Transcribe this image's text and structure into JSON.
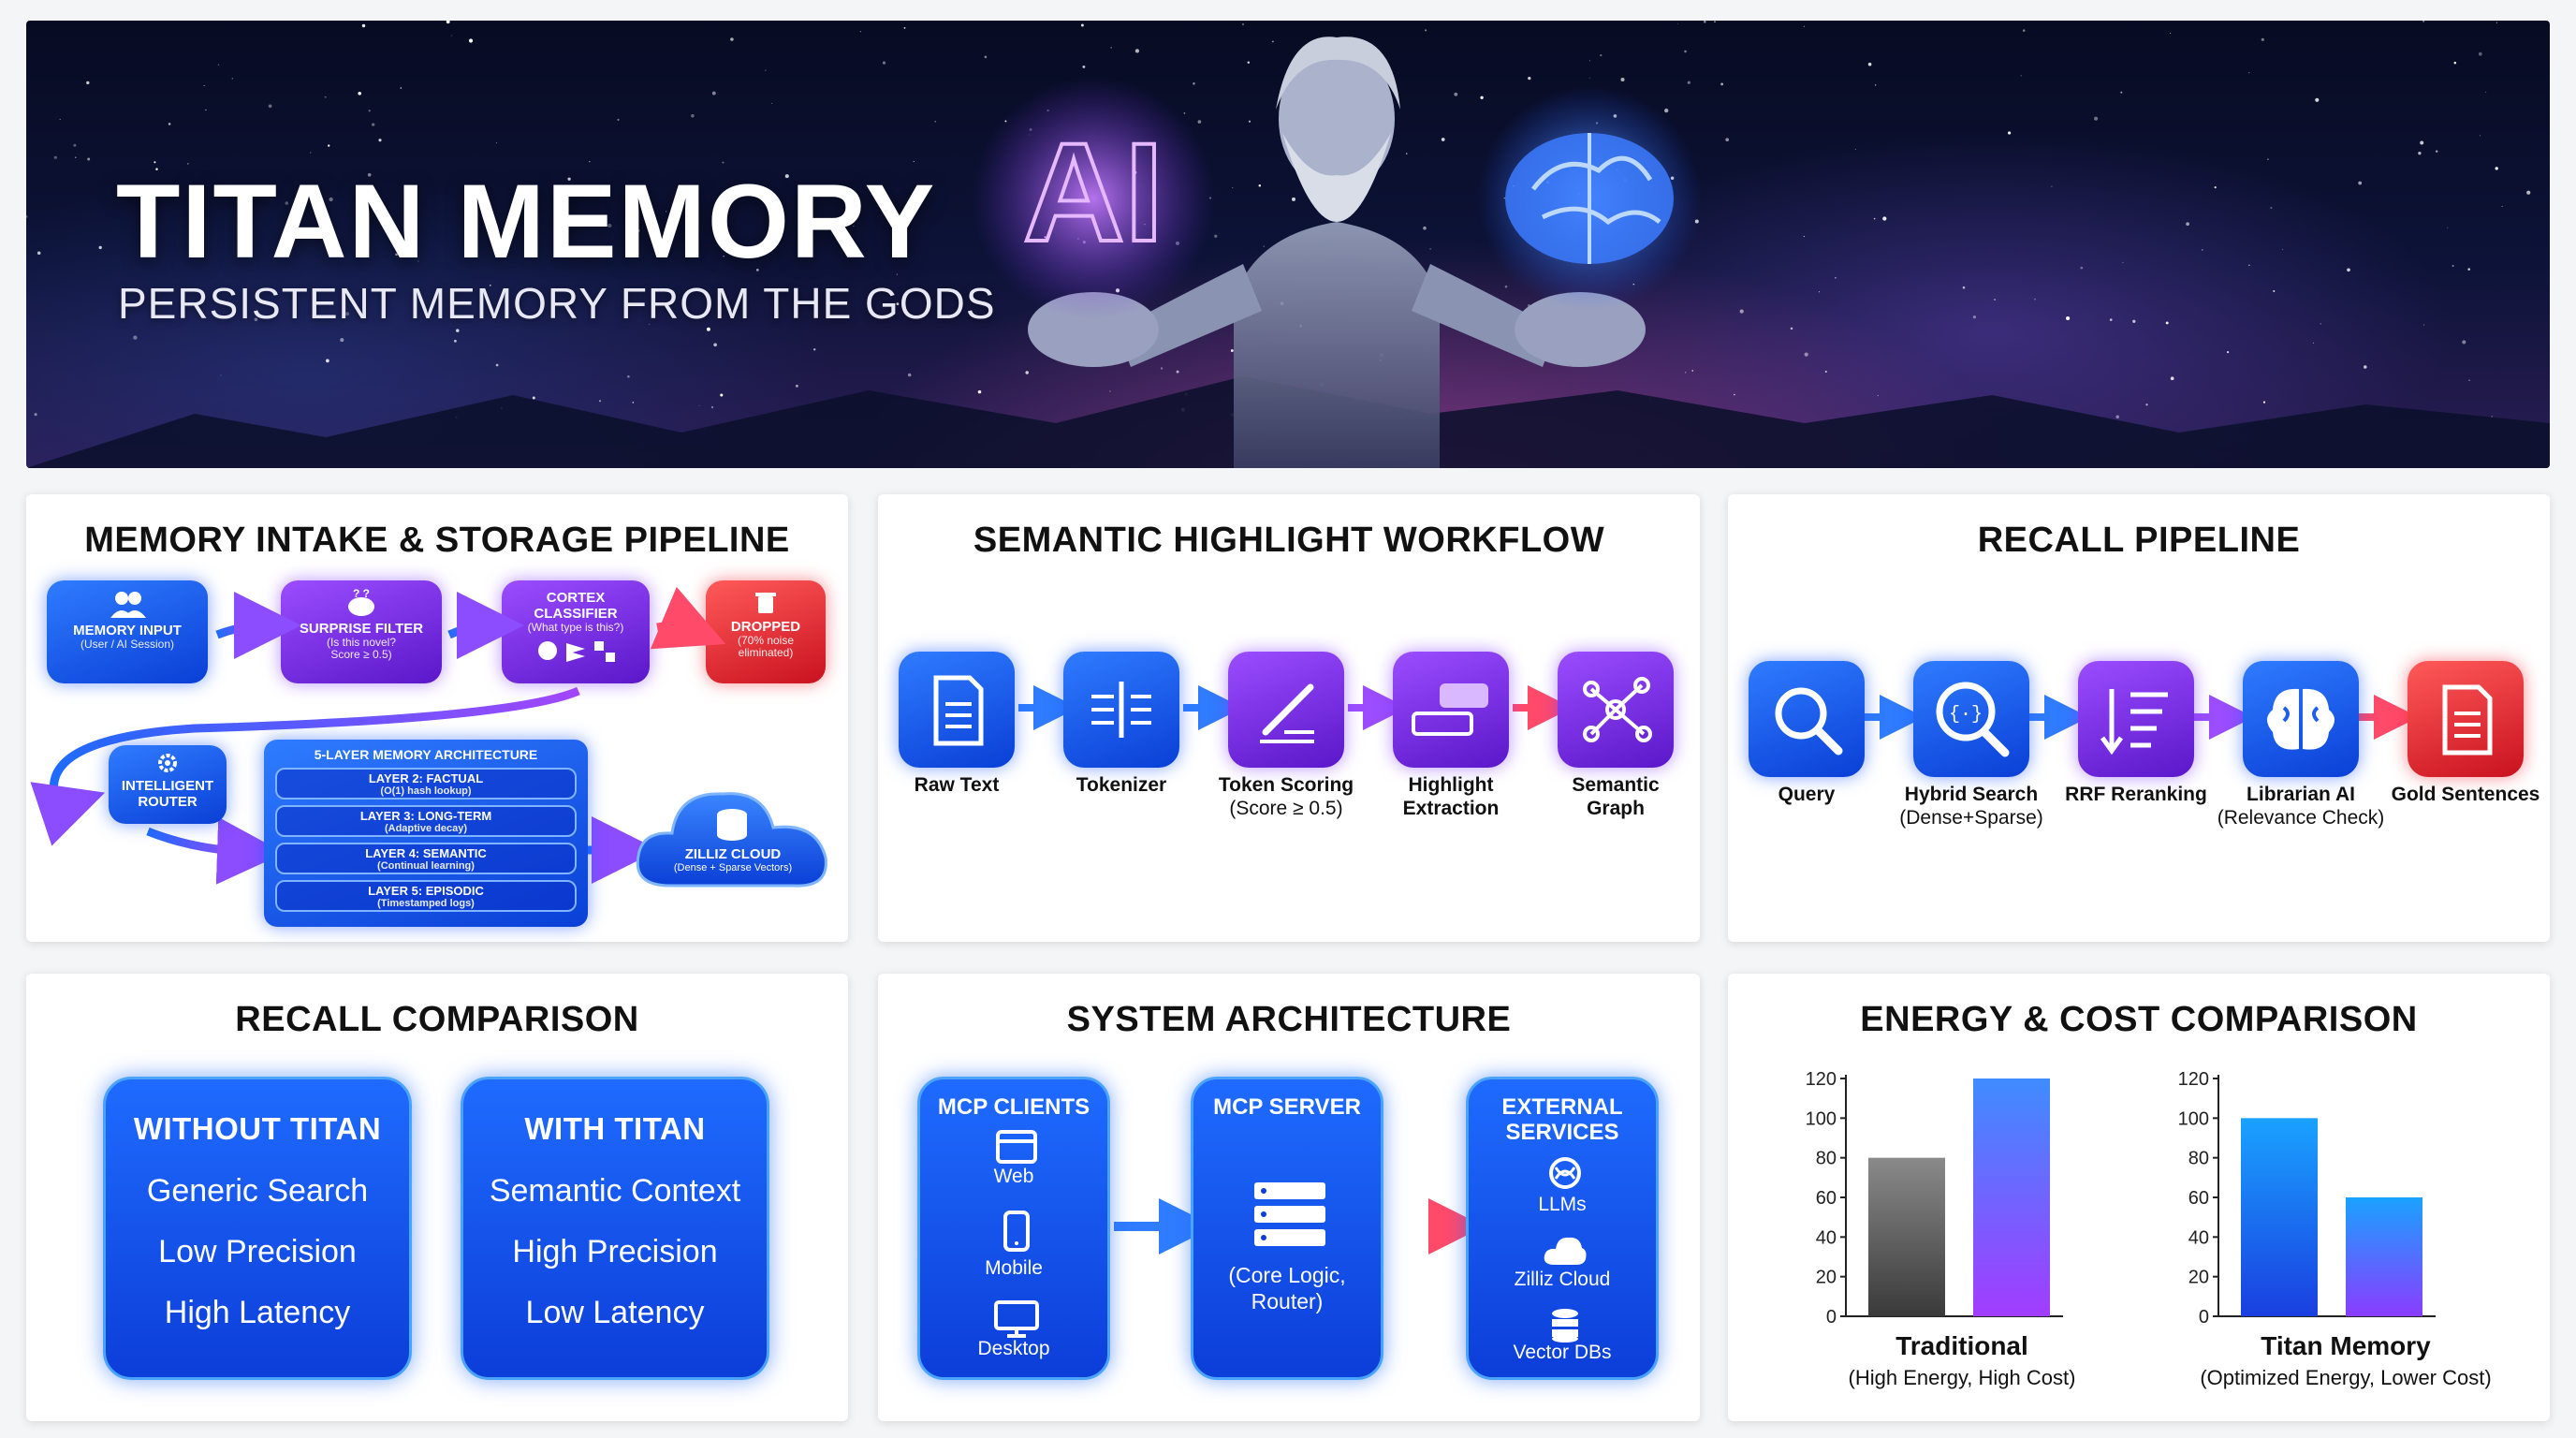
{
  "hero": {
    "title": "TITAN MEMORY",
    "subtitle": "PERSISTENT MEMORY FROM THE GODS",
    "art_label": "AI"
  },
  "intake": {
    "title": "MEMORY INTAKE & STORAGE PIPELINE",
    "memory_input": {
      "label": "MEMORY INPUT",
      "sub": "(User / AI Session)"
    },
    "surprise_filter": {
      "label": "SURPRISE FILTER",
      "sub1": "(Is this novel?",
      "sub2": "Score ≥ 0.5)"
    },
    "cortex": {
      "label1": "CORTEX",
      "label2": "CLASSIFIER",
      "sub": "(What type is this?)"
    },
    "dropped": {
      "label": "DROPPED",
      "sub1": "(70% noise",
      "sub2": "eliminated)"
    },
    "router": {
      "label1": "INTELLIGENT",
      "label2": "ROUTER"
    },
    "architecture": {
      "title": "5-LAYER MEMORY ARCHITECTURE",
      "layers": [
        {
          "name": "LAYER 2: FACTUAL",
          "desc": "(O(1) hash lookup)"
        },
        {
          "name": "LAYER 3: LONG-TERM",
          "desc": "(Adaptive decay)"
        },
        {
          "name": "LAYER 4: SEMANTIC",
          "desc": "(Continual learning)"
        },
        {
          "name": "LAYER 5: EPISODIC",
          "desc": "(Timestamped logs)"
        }
      ]
    },
    "zilliz": {
      "label": "ZILLIZ CLOUD",
      "sub": "(Dense + Sparse Vectors)"
    }
  },
  "highlight": {
    "title": "SEMANTIC HIGHLIGHT WORKFLOW",
    "steps": [
      {
        "label": "Raw Text",
        "sub": ""
      },
      {
        "label": "Tokenizer",
        "sub": ""
      },
      {
        "label": "Token Scoring",
        "sub": "(Score ≥ 0.5)"
      },
      {
        "label": "Highlight",
        "sub": "Extraction"
      },
      {
        "label": "Semantic",
        "sub": "Graph"
      }
    ]
  },
  "recall": {
    "title": "RECALL PIPELINE",
    "steps": [
      {
        "label": "Query",
        "sub": ""
      },
      {
        "label": "Hybrid Search",
        "sub": "(Dense+Sparse)"
      },
      {
        "label": "RRF Reranking",
        "sub": ""
      },
      {
        "label": "Librarian AI",
        "sub": "(Relevance Check)"
      },
      {
        "label": "Gold Sentences",
        "sub": ""
      }
    ]
  },
  "comparison": {
    "title": "RECALL COMPARISON",
    "without": {
      "heading": "WITHOUT TITAN",
      "items": [
        "Generic Search",
        "Low Precision",
        "High Latency"
      ]
    },
    "with": {
      "heading": "WITH TITAN",
      "items": [
        "Semantic Context",
        "High Precision",
        "Low Latency"
      ]
    }
  },
  "architecture": {
    "title": "SYSTEM ARCHITECTURE",
    "clients": {
      "heading": "MCP CLIENTS",
      "items": [
        "Web",
        "Mobile",
        "Desktop"
      ]
    },
    "server": {
      "heading": "MCP SERVER",
      "line1": "(Core Logic,",
      "line2": "Router)"
    },
    "external": {
      "heading1": "EXTERNAL",
      "heading2": "SERVICES",
      "items": [
        "LLMs",
        "Zilliz Cloud",
        "Vector DBs"
      ]
    }
  },
  "energy": {
    "title": "ENERGY & COST COMPARISON"
  },
  "chart_data": [
    {
      "type": "bar",
      "categories": [
        "",
        ""
      ],
      "values": [
        80,
        120
      ],
      "ylim": [
        0,
        120
      ],
      "yticks": [
        0,
        20,
        40,
        60,
        80,
        100,
        120
      ],
      "xlabel": "Traditional",
      "xsublabel": "(High Energy, High Cost)",
      "grid": false,
      "colors": [
        "#7a7a7a",
        "#7b5cff"
      ]
    },
    {
      "type": "bar",
      "categories": [
        "",
        ""
      ],
      "values": [
        100,
        60
      ],
      "ylim": [
        0,
        120
      ],
      "yticks": [
        0,
        20,
        40,
        60,
        80,
        100,
        120
      ],
      "xlabel": "Titan Memory",
      "xsublabel": "(Optimized Energy, Lower Cost)",
      "grid": false,
      "colors": [
        "#1f6bff",
        "#5a7cff"
      ]
    }
  ]
}
